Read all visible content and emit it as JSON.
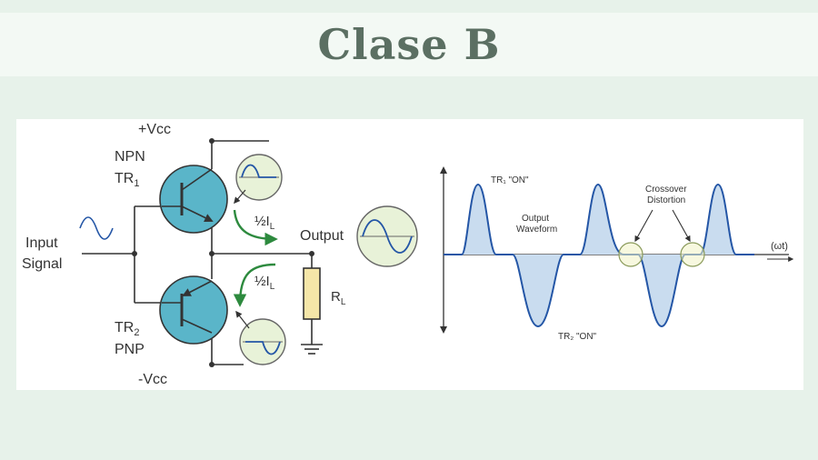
{
  "slide": {
    "title": "Clase B"
  },
  "circuit": {
    "vcc_pos": "+Vcc",
    "vcc_neg": "-Vcc",
    "npn_type": "NPN",
    "tr1_main": "TR",
    "tr1_sub": "1",
    "tr2_main": "TR",
    "tr2_sub": "2",
    "pnp_type": "PNP",
    "input_line1": "Input",
    "input_line2": "Signal",
    "output_label": "Output",
    "half_il_top": "½I",
    "half_il_top_sub": "L",
    "half_il_bottom": "½I",
    "half_il_bottom_sub": "L",
    "rl_main": "R",
    "rl_sub": "L"
  },
  "waveform": {
    "tr1_on_label": "TR₁ \"ON\"",
    "tr2_on_label": "TR₂ \"ON\"",
    "output_label_line1": "Output",
    "output_label_line2": "Waveform",
    "crossover_line1": "Crossover",
    "crossover_line2": "Distortion",
    "axis_label": "(ωt)"
  },
  "colors": {
    "transistor_fill": "#5ab5c9",
    "wave_stroke": "#2456a6",
    "wave_fill": "#c9dcef",
    "arrow_green": "#2d8a3e",
    "resistor_fill": "#f5e6a8",
    "scope_fill": "#e8f2d8"
  }
}
